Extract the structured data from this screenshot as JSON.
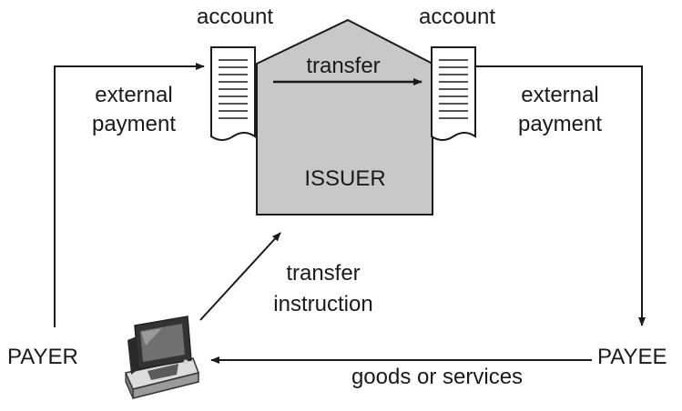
{
  "diagram": {
    "labels": {
      "account_left": "account",
      "account_right": "account",
      "transfer": "transfer",
      "issuer": "ISSUER",
      "external_payment_left": [
        "external",
        "payment"
      ],
      "external_payment_right": [
        "external",
        "payment"
      ],
      "transfer_instruction": [
        "transfer",
        "instruction"
      ],
      "payer": "PAYER",
      "payee": "PAYEE",
      "goods_or_services": "goods or services"
    },
    "colors": {
      "issuer_fill": "#c8c8c8",
      "stroke": "#1a1a1a",
      "document_fill": "#ffffff"
    },
    "icons": {
      "payer_terminal": "computer-terminal-icon",
      "account_document": "document-icon"
    }
  }
}
